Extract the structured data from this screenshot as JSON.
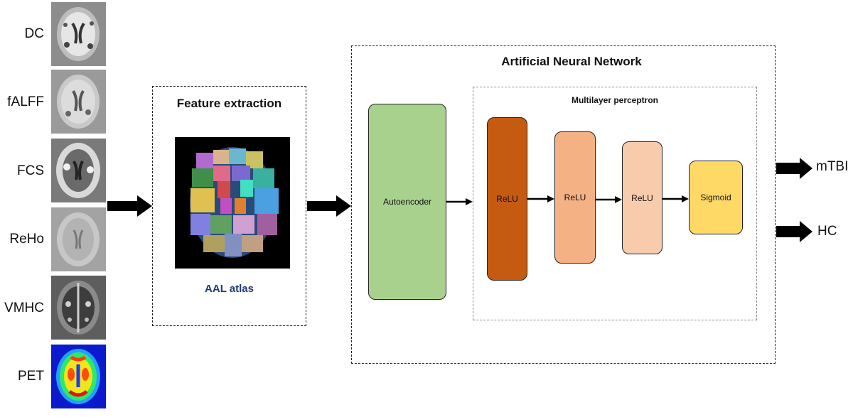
{
  "modalities": [
    {
      "label": "DC",
      "icon": "brain-slice-grayscale-icon"
    },
    {
      "label": "fALFF",
      "icon": "brain-slice-grayscale-icon"
    },
    {
      "label": "FCS",
      "icon": "brain-slice-grayscale-icon"
    },
    {
      "label": "ReHo",
      "icon": "brain-slice-grayscale-icon"
    },
    {
      "label": "VMHC",
      "icon": "brain-slice-grayscale-icon"
    },
    {
      "label": "PET",
      "icon": "brain-slice-heatmap-icon"
    }
  ],
  "feature_extraction": {
    "title": "Feature extraction",
    "atlas_label": "AAL atlas",
    "atlas_label_color": "#1f3a7a",
    "atlas_icon": "aal-atlas-brain-parcellation-icon"
  },
  "ann": {
    "title": "Artificial Neural Network",
    "autoencoder": {
      "label": "Autoencoder",
      "color": "#a9d18e"
    },
    "mlp": {
      "title": "Multilayer perceptron",
      "layers": [
        {
          "label": "ReLU",
          "color": "#c55a11"
        },
        {
          "label": "ReLU",
          "color": "#f4b183"
        },
        {
          "label": "ReLU",
          "color": "#f8cbad"
        },
        {
          "label": "Sigmoid",
          "color": "#ffd966"
        }
      ]
    }
  },
  "outputs": [
    "mTBI",
    "HC"
  ]
}
